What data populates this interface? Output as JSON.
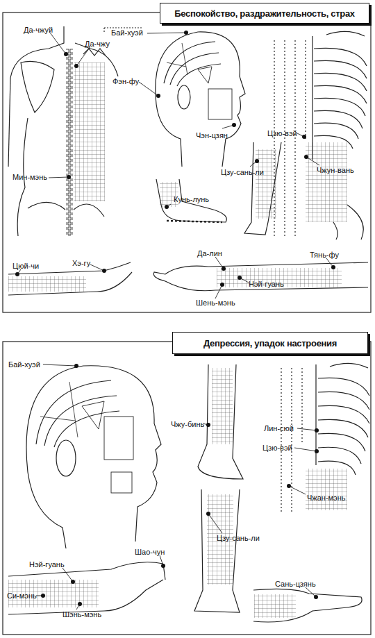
{
  "diagram": {
    "nodes": [
      {
        "text": [
          "Беспокойство, раздражительность, страх"
        ]
      },
      {
        "text": [
          "Депрессия, упадок настроения"
        ]
      }
    ],
    "labels": [
      "Да-чжуй",
      "Да-чжу",
      "Бай-хуэй",
      "Фэн-фу",
      "Чэн-цзян",
      "Цзю-вэй",
      "Мин-мэнь",
      "Цзу-сань-ли",
      "Чжун-вань",
      "Кунь-лунь",
      "Да-лин",
      "Тянь-фу",
      "Цюй-чи",
      "Хэ-гу",
      "Нэй-гуань",
      "Шень-мэнь",
      "Бай-хуэй",
      "Чжу-бинь",
      "Лин-сюй",
      "Цзю-вэй",
      "Чжан-мэнь",
      "Цзу-сань-ли",
      "Шао-чун",
      "Нэй-гуань",
      "Си-мэнь",
      "Шэнь-мэнь",
      "Сань-цзянь"
    ]
  }
}
